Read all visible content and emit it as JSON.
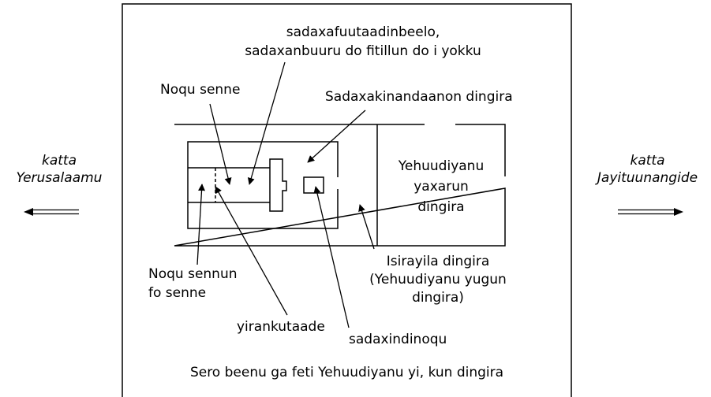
{
  "labels": {
    "west_direction": [
      "katta",
      "Yerusalaamu"
    ],
    "east_direction": [
      "katta",
      "Jayituunangide"
    ],
    "altar_items": [
      "sadaxafuutaadinbeelo,",
      "sadaxanbuuru do fitillun do i yokku"
    ],
    "holy_place": "Noqu senne",
    "sacrifice_courtyard": "Sadaxakinandaanon dingira",
    "jewish_women_court": [
      "Yehuudiyanu",
      "yaxarun",
      "dingira"
    ],
    "most_holy_place": [
      "Noqu sennun",
      "fo senne"
    ],
    "israel_court": [
      "Isirayila dingira",
      "(Yehuudiyanu yugun",
      "dingira)"
    ],
    "curtain": "yirankutaade",
    "altar": "sadaxindinoqu",
    "gentiles_court": "Sero beenu ga feti Yehuudiyanu yi, kun dingira"
  }
}
